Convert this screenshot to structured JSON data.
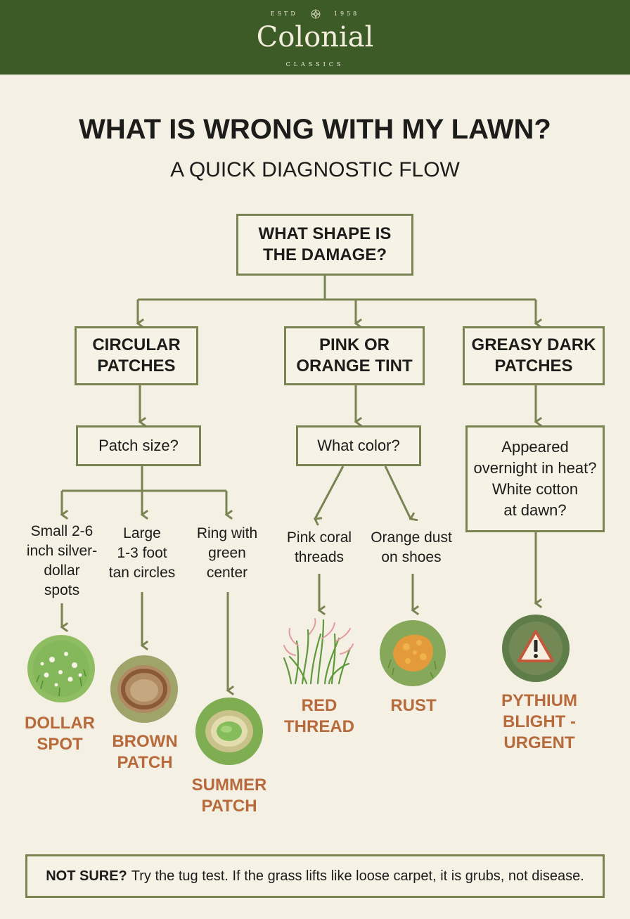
{
  "brand": {
    "estd": "ESTD",
    "year": "1958",
    "name": "Colonial",
    "tagline": "CLASSICS"
  },
  "title": "WHAT IS WRONG WITH MY LAWN?",
  "subtitle": "A QUICK DIAGNOSTIC FLOW",
  "root": "WHAT SHAPE IS\nTHE DAMAGE?",
  "branches": {
    "circular": {
      "label": "CIRCULAR\nPATCHES",
      "question": "Patch size?",
      "options": [
        "Small 2-6\ninch silver-\ndollar\nspots",
        "Large\n1-3 foot\ntan circles",
        "Ring with\ngreen\ncenter"
      ],
      "results": [
        "DOLLAR\nSPOT",
        "BROWN\nPATCH",
        "SUMMER\nPATCH"
      ]
    },
    "tint": {
      "label": "PINK OR\nORANGE TINT",
      "question": "What color?",
      "options": [
        "Pink coral\nthreads",
        "Orange dust\non shoes"
      ],
      "results": [
        "RED\nTHREAD",
        "RUST"
      ]
    },
    "greasy": {
      "label": "GREASY DARK\nPATCHES",
      "question": "Appeared\novernight in heat?\nWhite cotton\nat dawn?",
      "results": [
        "PYTHIUM\nBLIGHT -\nURGENT"
      ]
    }
  },
  "footer": {
    "lead": "NOT SURE?",
    "text": "Try the tug test. If the grass lifts like loose carpet, it is grubs, not disease."
  },
  "colors": {
    "header_bg": "#3d5b27",
    "page_bg": "#f4f0e4",
    "line": "#7a8352",
    "result": "#b76a3c"
  },
  "icons": [
    "dollar-spot-illustration",
    "brown-patch-illustration",
    "summer-patch-illustration",
    "red-thread-illustration",
    "rust-illustration",
    "pythium-warning-illustration"
  ]
}
